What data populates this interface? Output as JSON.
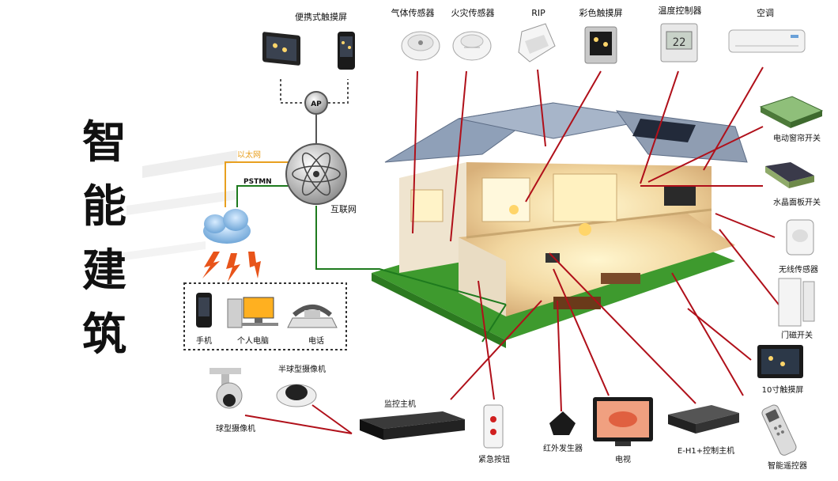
{
  "title_chars": [
    "智",
    "能",
    "建",
    "筑"
  ],
  "labels": {
    "portable_touch": "便携式触摸屏",
    "gas_sensor": "气体传感器",
    "fire_sensor": "火灾传感器",
    "rip": "RIP",
    "color_touch": "彩色触摸屏",
    "temp_controller": "温度控制器",
    "ac": "空调",
    "ap": "AP",
    "ethernet": "以太网",
    "pstmn": "PSTMN",
    "internet": "互联网",
    "curtain_switch": "电动窗帘开关",
    "crystal_switch": "水晶面板开关",
    "wireless_sensor": "无线传感器",
    "door_switch": "门磁开关",
    "touch10": "10寸触摸屏",
    "smart_remote": "智能遥控器",
    "eh1_host": "E-H1+控制主机",
    "tv": "电视",
    "ir_emitter": "红外发生器",
    "emergency_button": "紧急按钮",
    "monitor_host": "监控主机",
    "dome_camera": "球型摄像机",
    "half_dome_camera": "半球型摄像机",
    "phone_mobile": "手机",
    "pc": "个人电脑",
    "telephone": "电话"
  },
  "temp_display": "22",
  "colors": {
    "line_red": "#b0101a",
    "line_green": "#1e7a1e",
    "line_orange": "#e8a020",
    "line_gray": "#555555"
  }
}
